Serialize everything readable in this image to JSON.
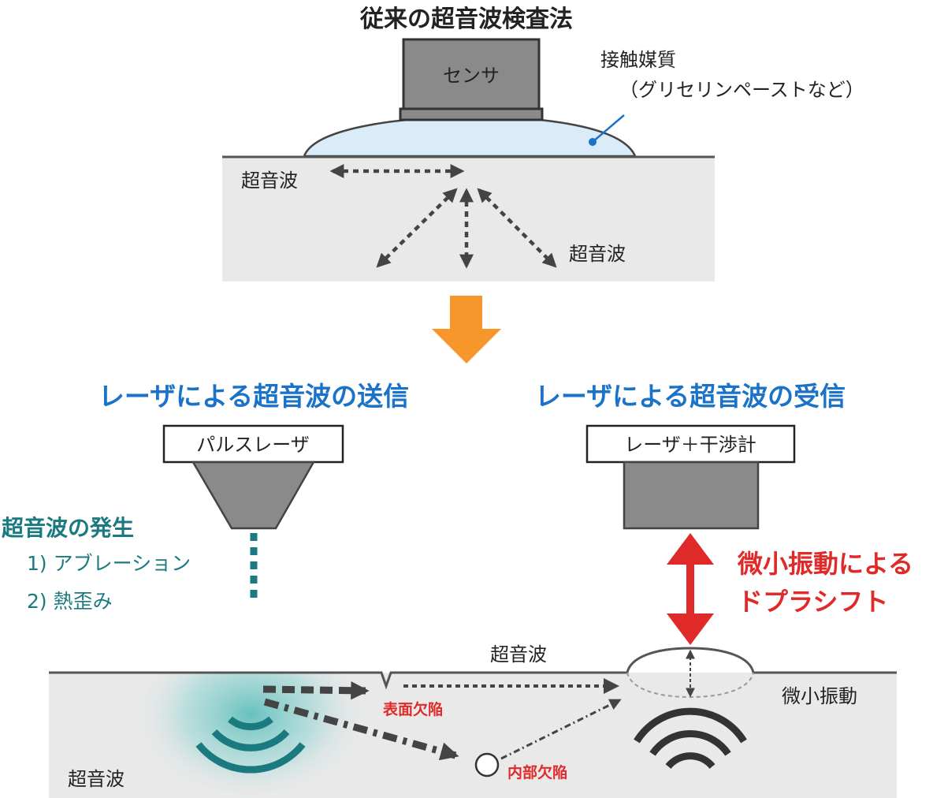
{
  "title": "従来の超音波検査法",
  "top": {
    "sensor_label": "センサ",
    "couplant_label": "接触媒質",
    "couplant_example": "（グリセリンペーストなど）",
    "wave_label_left": "超音波",
    "wave_label_right": "超音波"
  },
  "transmit": {
    "heading": "レーザによる超音波の送信",
    "device_label": "パルスレーザ",
    "generation_heading": "超音波の発生",
    "method_1": "1) アブレーション",
    "method_2": "2) 熱歪み"
  },
  "receive": {
    "heading": "レーザによる超音波の受信",
    "device_label": "レーザ＋干渉計",
    "doppler_line_1": "微小振動による",
    "doppler_line_2": "ドプラシフト"
  },
  "bottom": {
    "wave_label_top": "超音波",
    "wave_label_bottom": "超音波",
    "surface_defect": "表面欠陥",
    "internal_defect": "内部欠陥",
    "micro_vibration": "微小振動"
  },
  "colors": {
    "blue_heading": "#1a73c8",
    "teal": "#1a7a80",
    "red": "#e02a2a",
    "orange_arrow": "#f7962a",
    "couplant_fill": "#d9ecf7"
  }
}
